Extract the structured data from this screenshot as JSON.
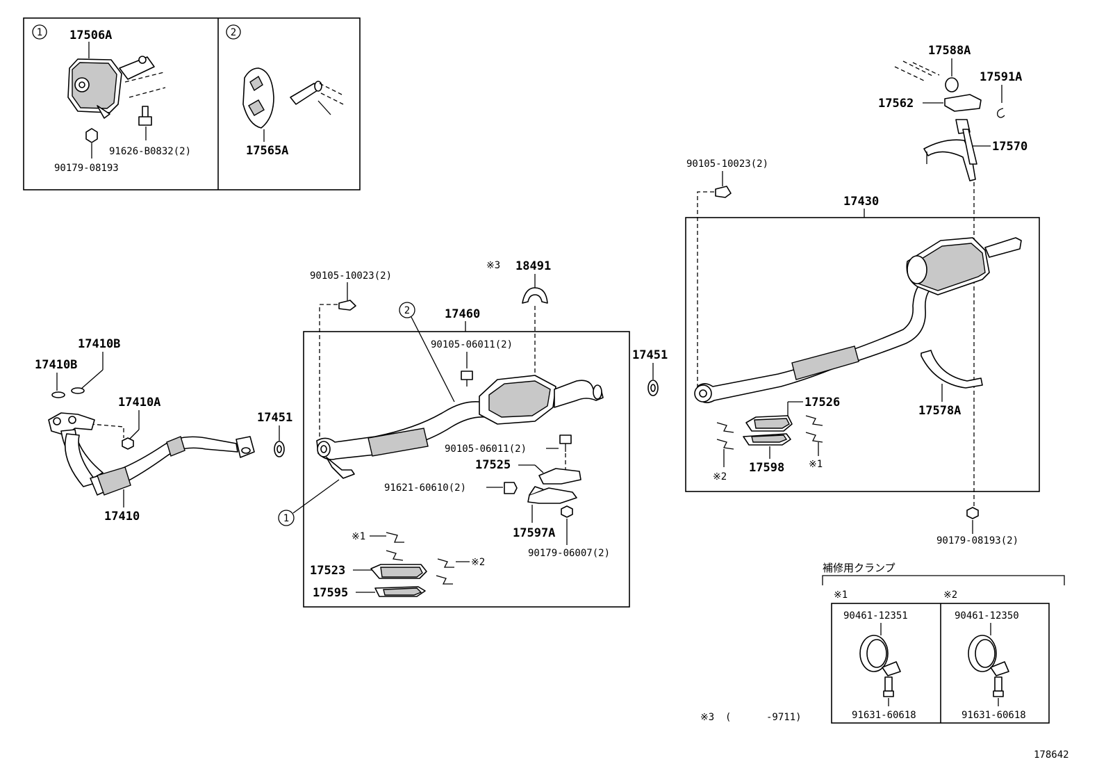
{
  "insets": {
    "inset1": {
      "marker": "1",
      "parts": [
        "17506A",
        "91626-B0832(2)",
        "90179-08193"
      ]
    },
    "inset2": {
      "marker": "2",
      "parts": [
        "17565A"
      ]
    }
  },
  "front_pipe": {
    "parts": [
      "17410B",
      "17410B",
      "17410A",
      "17410"
    ]
  },
  "gasket_left": "17451",
  "center": {
    "assembly": "17460",
    "bolt_top": "90105-10023(2)",
    "note3": "※3",
    "heat_insulator": "18491",
    "bolt_mid": "90105-06011(2)",
    "bolt_lower": "90105-06011(2)",
    "p17525": "17525",
    "bolt_91621": "91621-60610(2)",
    "p17597A": "17597A",
    "nut_90179": "90179-06007(2)",
    "p17523": "17523",
    "p17595": "17595",
    "clamp1": "※1",
    "clamp2": "※2",
    "marker1": "1",
    "marker2": "2"
  },
  "gasket_right": "17451",
  "tail": {
    "assembly": "17430",
    "bolt_top": "90105-10023(2)",
    "p17588A": "17588A",
    "p17591A": "17591A",
    "p17562": "17562",
    "p17570": "17570",
    "p17526": "17526",
    "p17598": "17598",
    "p17578A": "17578A",
    "clamp1": "※1",
    "clamp2": "※2",
    "nut_bottom": "90179-08193(2)"
  },
  "repair_clamps": {
    "title": "補修用クランプ",
    "c1": {
      "mark": "※1",
      "clamp": "90461-12351",
      "bolt": "91631-60618"
    },
    "c2": {
      "mark": "※2",
      "clamp": "90461-12350",
      "bolt": "91631-60618"
    }
  },
  "footnote": {
    "mark": "※3",
    "text": "(      -9711)"
  },
  "diagram_id": "178642"
}
